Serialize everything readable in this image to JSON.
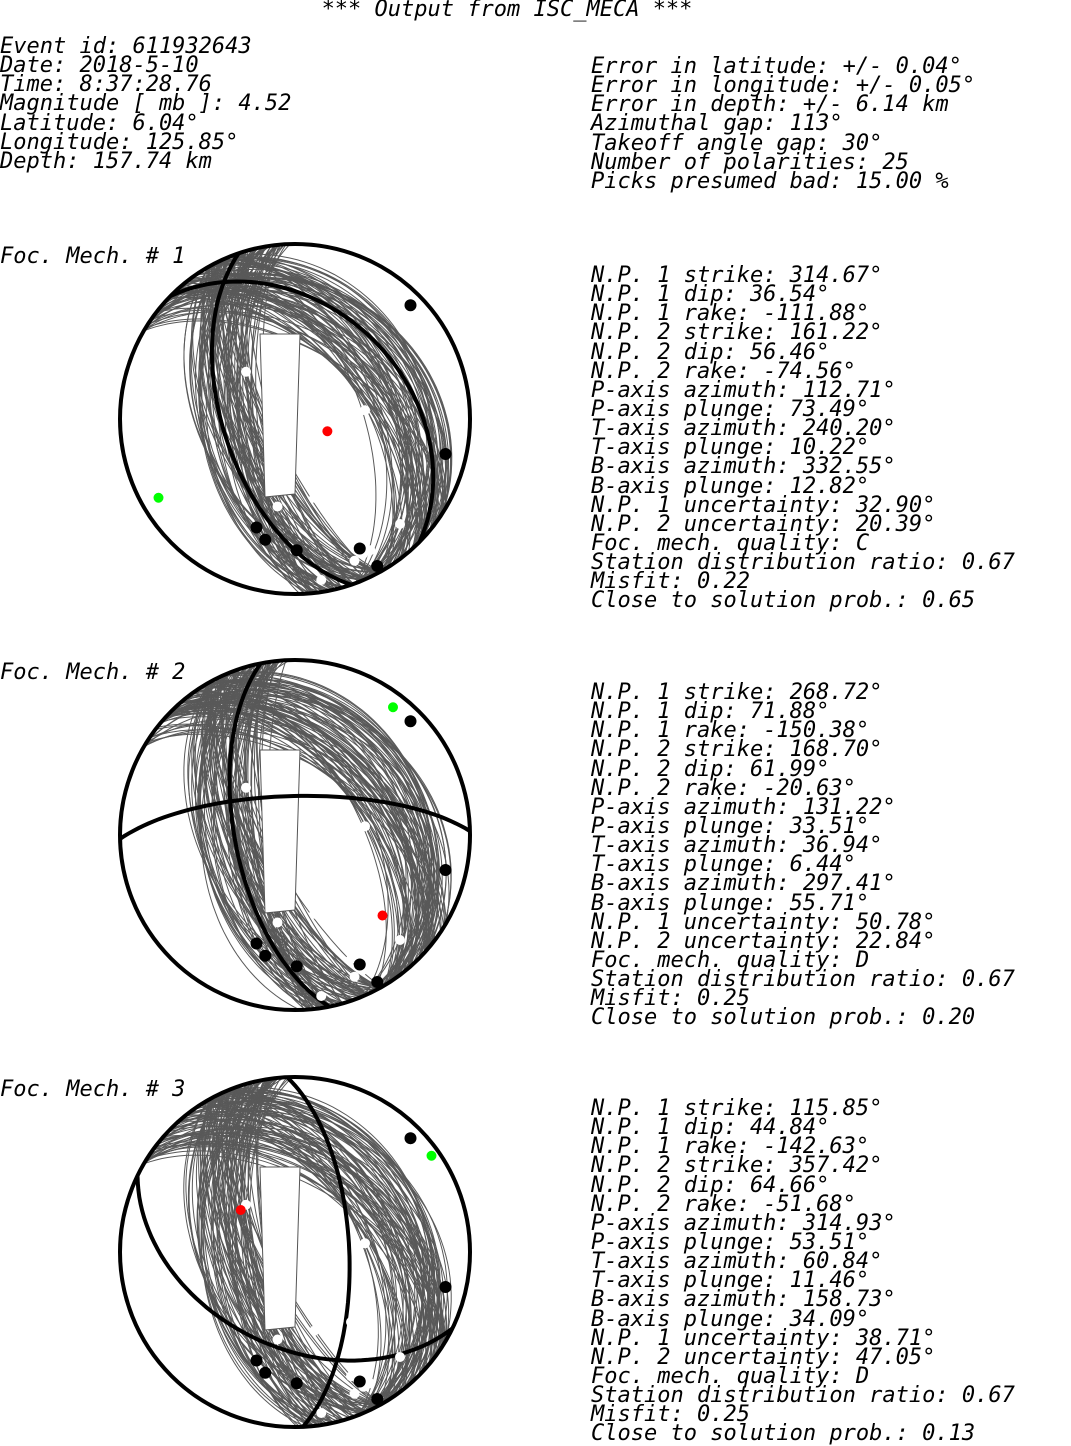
{
  "title": "*** Output from ISC_MECA ***",
  "event_left": [
    "Event id: 611932643",
    "Date: 2018-5-10",
    "Time: 8:37:28.76",
    "Magnitude [ mb ]: 4.52",
    "Latitude: 6.04°",
    "Longitude: 125.85°",
    "Depth: 157.74 km"
  ],
  "event_right": [
    "Error in latitude: +/- 0.04°",
    "Error in longitude: +/- 0.05°",
    "Error in depth: +/- 6.14 km",
    "Azimuthal gap: 113°",
    "Takeoff angle gap: 30°",
    "Number of polarities: 25",
    "Picks presumed bad: 15.00 %"
  ],
  "mechanisms": [
    {
      "label": "Foc. Mech. # 1",
      "lines": [
        "N.P. 1 strike: 314.67°",
        "N.P. 1 dip: 36.54°",
        "N.P. 1 rake: -111.88°",
        "N.P. 2 strike: 161.22°",
        "N.P. 2 dip: 56.46°",
        "N.P. 2 rake: -74.56°",
        "P-axis azimuth: 112.71°",
        "P-axis plunge: 73.49°",
        "T-axis azimuth: 240.20°",
        "T-axis plunge: 10.22°",
        "B-axis azimuth: 332.55°",
        "B-axis plunge: 12.82°",
        "N.P. 1 uncertainty: 32.90°",
        "N.P. 2 uncertainty: 20.39°",
        "Foc. mech. quality: C",
        "Station distribution ratio: 0.67",
        "Misfit: 0.22",
        "Close to solution prob.: 0.65"
      ],
      "red_dot": [
        0.185,
        -0.07
      ],
      "green_dot": [
        -0.78,
        -0.45
      ]
    },
    {
      "label": "Foc. Mech. # 2",
      "lines": [
        "N.P. 1 strike: 268.72°",
        "N.P. 1 dip: 71.88°",
        "N.P. 1 rake: -150.38°",
        "N.P. 2 strike: 168.70°",
        "N.P. 2 dip: 61.99°",
        "N.P. 2 rake: -20.63°",
        "P-axis azimuth: 131.22°",
        "P-axis plunge: 33.51°",
        "T-axis azimuth: 36.94°",
        "T-axis plunge: 6.44°",
        "B-axis azimuth: 297.41°",
        "B-axis plunge: 55.71°",
        "N.P. 1 uncertainty: 50.78°",
        "N.P. 2 uncertainty: 22.84°",
        "Foc. mech. quality: D",
        "Station distribution ratio: 0.67",
        "Misfit: 0.25",
        "Close to solution prob.: 0.20"
      ],
      "red_dot": [
        0.5,
        -0.46
      ],
      "green_dot": [
        0.56,
        0.73
      ]
    },
    {
      "label": "Foc. Mech. # 3",
      "lines": [
        "N.P. 1 strike: 115.85°",
        "N.P. 1 dip: 44.84°",
        "N.P. 1 rake: -142.63°",
        "N.P. 2 strike: 357.42°",
        "N.P. 2 dip: 64.66°",
        "N.P. 2 rake: -51.68°",
        "P-axis azimuth: 314.93°",
        "P-axis plunge: 53.51°",
        "T-axis azimuth: 60.84°",
        "T-axis plunge: 11.46°",
        "B-axis azimuth: 158.73°",
        "B-axis plunge: 34.09°",
        "N.P. 1 uncertainty: 38.71°",
        "N.P. 2 uncertainty: 47.05°",
        "Foc. mech. quality: D",
        "Station distribution ratio: 0.67",
        "Misfit: 0.25",
        "Close to solution prob.: 0.13"
      ],
      "red_dot": [
        -0.31,
        0.24
      ],
      "green_dot": [
        0.78,
        0.55
      ]
    }
  ],
  "stations_compression": [
    [
      0.66,
      0.65
    ],
    [
      0.86,
      -0.2
    ],
    [
      -0.22,
      -0.62
    ],
    [
      -0.17,
      -0.69
    ],
    [
      0.01,
      -0.75
    ],
    [
      0.47,
      -0.84
    ],
    [
      0.37,
      -0.74
    ]
  ],
  "stations_dilatation": [
    [
      -0.28,
      0.27
    ],
    [
      0.4,
      0.05
    ],
    [
      0.32,
      -0.4
    ],
    [
      0.11,
      -0.45
    ],
    [
      -0.1,
      -0.5
    ],
    [
      0.6,
      -0.6
    ],
    [
      0.32,
      -0.71
    ],
    [
      0.39,
      -0.77
    ],
    [
      0.34,
      -0.81
    ],
    [
      0.15,
      -0.92
    ],
    [
      0.43,
      -0.75
    ]
  ],
  "colors": {
    "compression": "#000000",
    "dilatation": "#ffffff",
    "red": "#ff0000",
    "green": "#00ff00",
    "curves": "#595959",
    "fill": "#3a3a3a"
  }
}
